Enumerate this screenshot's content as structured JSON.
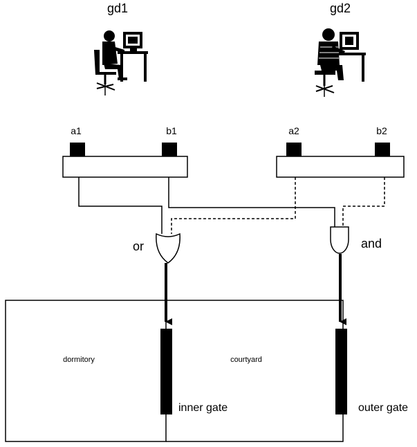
{
  "guards": {
    "gd1": "gd1",
    "gd2": "gd2"
  },
  "panels": {
    "left": {
      "key1": "a1",
      "key2": "b1"
    },
    "right": {
      "key1": "a2",
      "key2": "b2"
    }
  },
  "logic": {
    "or_label": "or",
    "and_label": "and"
  },
  "rooms": {
    "dormitory": "dormitory",
    "courtyard": "courtyard"
  },
  "gates": {
    "inner": "inner gate",
    "outer": "outer gate"
  },
  "icons": {
    "guard1": "person-at-computer-icon",
    "guard2": "person-at-computer-icon"
  }
}
